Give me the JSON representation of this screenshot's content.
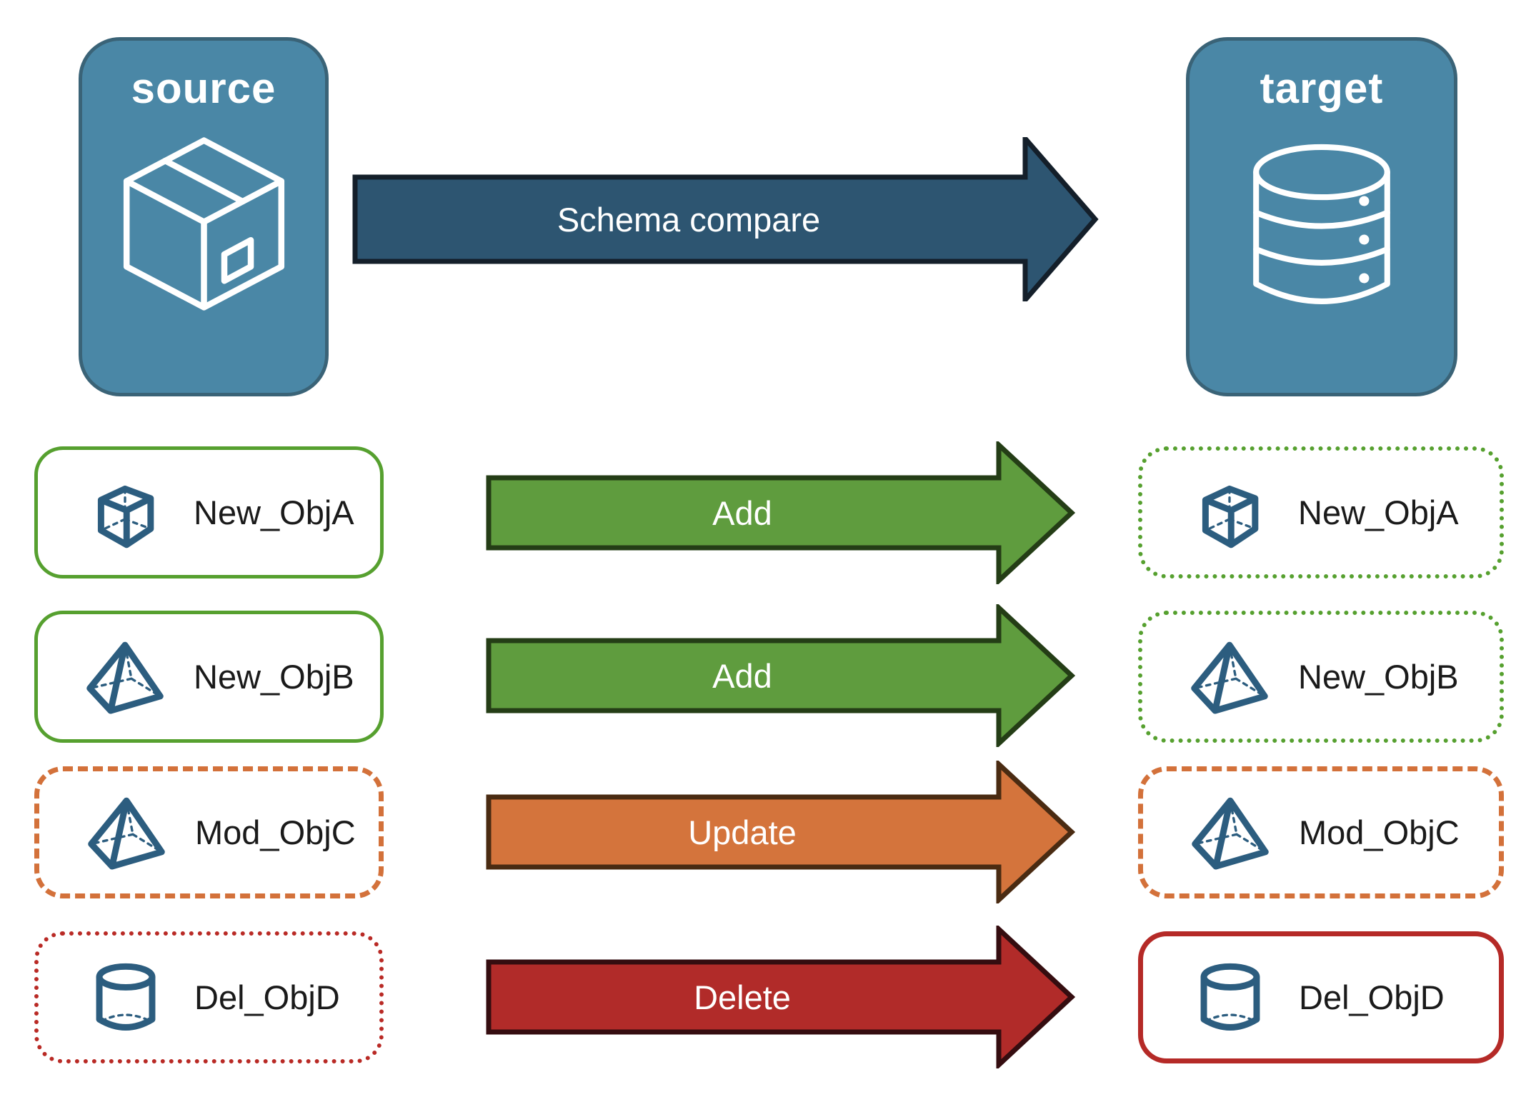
{
  "nodes": {
    "source": {
      "label": "source",
      "icon": "package-icon"
    },
    "target": {
      "label": "target",
      "icon": "database-icon"
    },
    "fill_color": "#4a87a6"
  },
  "schema_arrow": {
    "label": "Schema compare",
    "color": "#2d5571"
  },
  "rows": [
    {
      "name": "New_ObjA",
      "icon": "cube-icon",
      "action": "Add",
      "action_color": "#5f9c3e",
      "outline_color": "#56a02f",
      "source_border": "solid",
      "target_border": "dotted"
    },
    {
      "name": "New_ObjB",
      "icon": "pyramid-icon",
      "action": "Add",
      "action_color": "#5f9c3e",
      "outline_color": "#56a02f",
      "source_border": "solid",
      "target_border": "dotted"
    },
    {
      "name": "Mod_ObjC",
      "icon": "pyramid-icon",
      "action": "Update",
      "action_color": "#d4743c",
      "outline_color": "#d3713a",
      "source_border": "dashed",
      "target_border": "dashed"
    },
    {
      "name": "Del_ObjD",
      "icon": "cylinder-icon",
      "action": "Delete",
      "action_color": "#b12b29",
      "outline_color": "#b92a25",
      "source_border": "dotted",
      "target_border": "solid"
    }
  ],
  "icon_color": "#2c5d7f"
}
